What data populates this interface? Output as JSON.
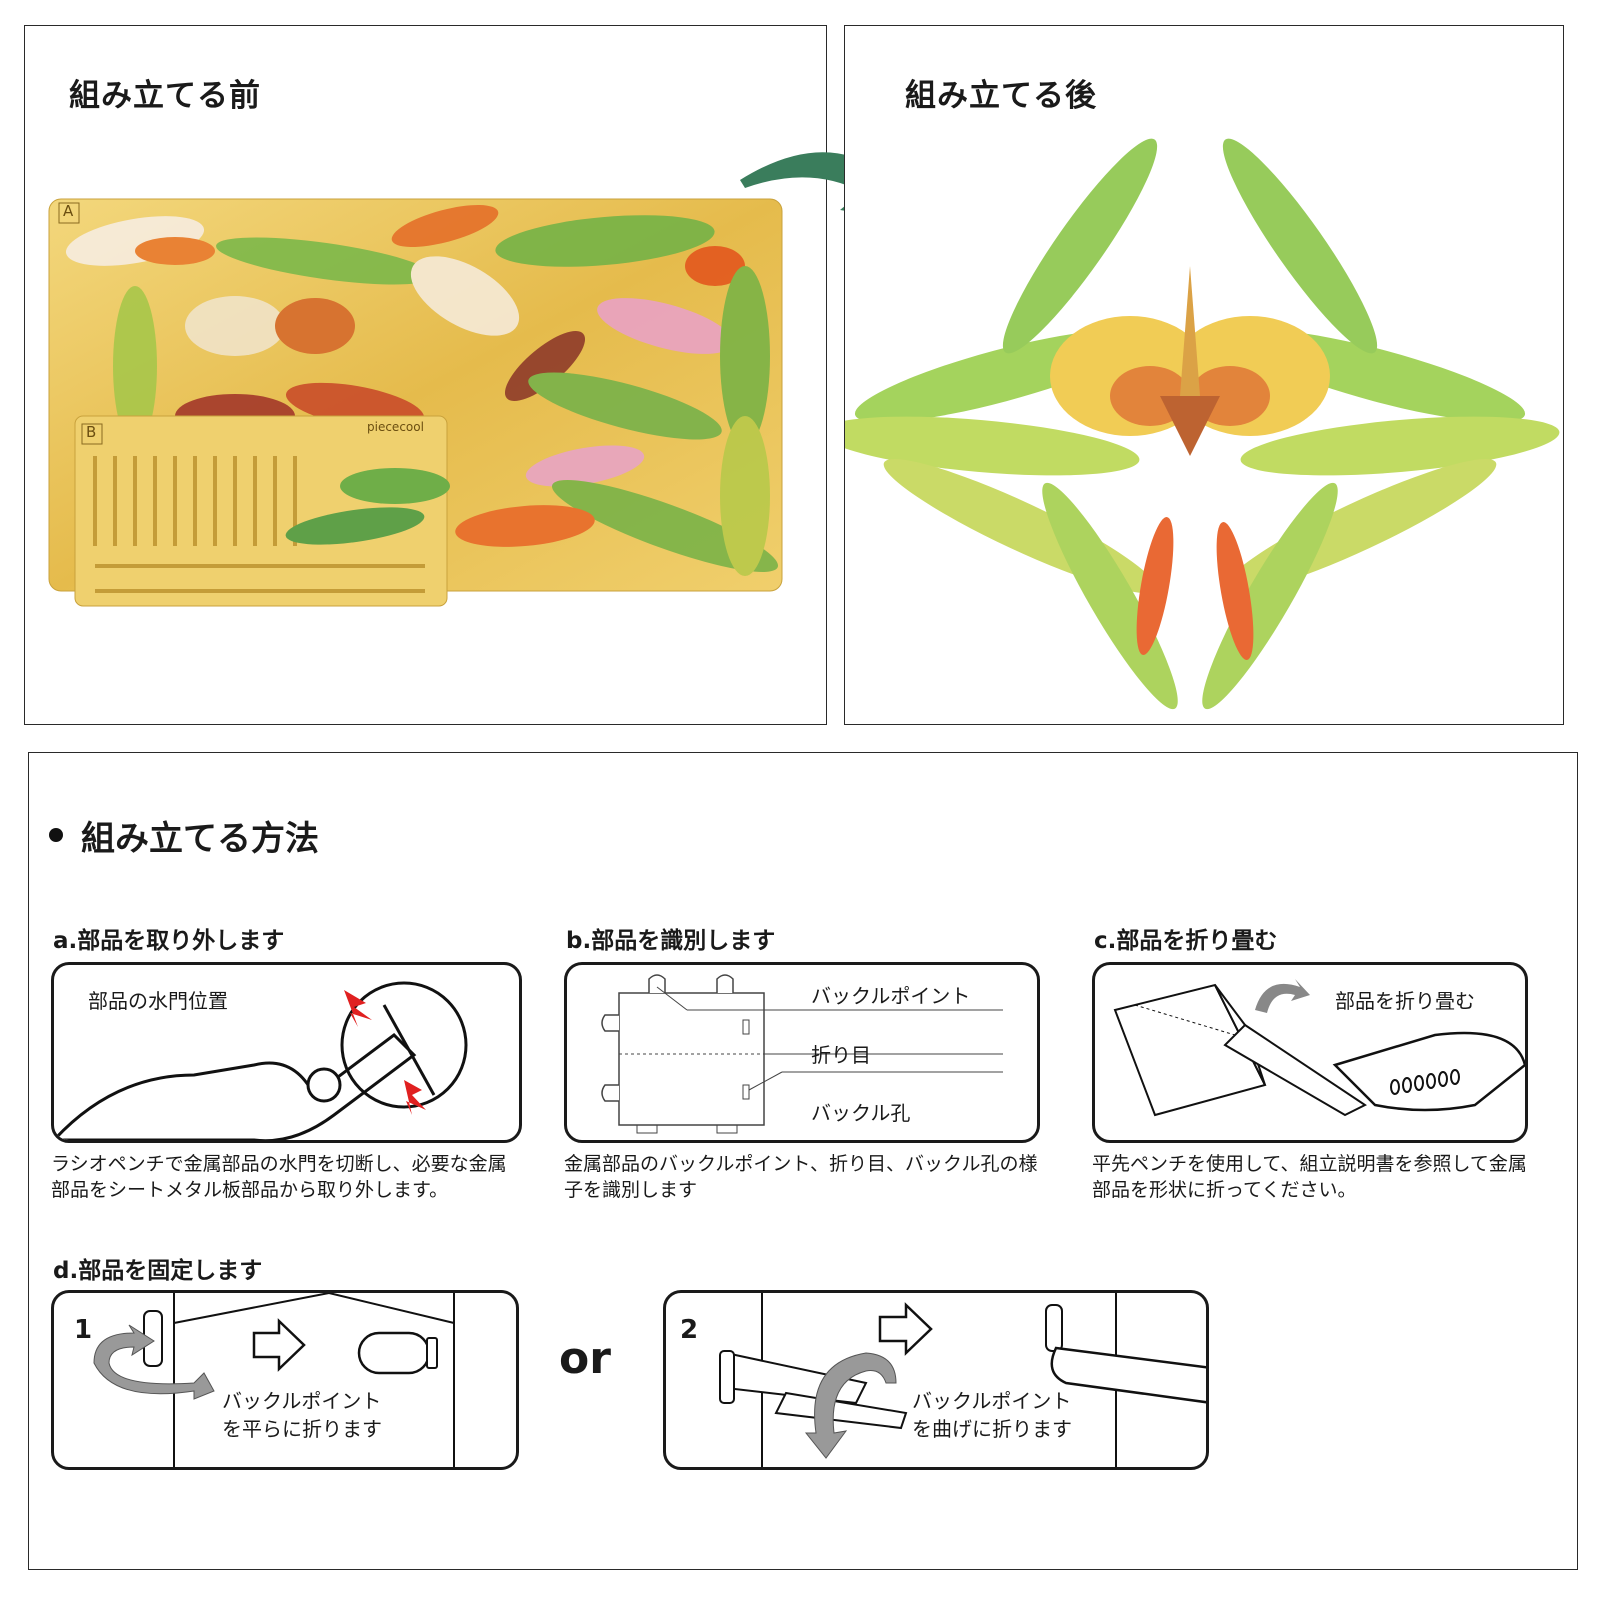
{
  "before": {
    "title": "組み立てる前",
    "sheet_a_label": "A",
    "sheet_b_label": "B",
    "brand": "piececool"
  },
  "after": {
    "title": "組み立てる後"
  },
  "method": {
    "title": "組み立てる方法"
  },
  "steps": {
    "a": {
      "title": "a.部品を取り外します",
      "callout": "部品の水門位置",
      "desc": "ラシオペンチで金属部品の水門を切断し、必要な金属部品をシートメタル板部品から取り外します。"
    },
    "b": {
      "title": "b.部品を識別します",
      "label_point": "バックルポイント",
      "label_fold": "折り目",
      "label_hole": "バックル孔",
      "desc": "金属部品のバックルポイント、折り目、バックル孔の様子を識別します"
    },
    "c": {
      "title": "c.部品を折り畳む",
      "callout": "部品を折り畳む",
      "desc": "平先ペンチを使用して、組立説明書を参照して金属部品を形状に折ってください。"
    },
    "d": {
      "title": "d.部品を固定します",
      "opt1_num": "1",
      "opt1_caption_1": "バックルポイント",
      "opt1_caption_2": "を平らに折ります",
      "or": "or",
      "opt2_num": "2",
      "opt2_caption_1": "バックルポイント",
      "opt2_caption_2": "を曲げに折ります"
    }
  },
  "colors": {
    "gold": "#e8c45a",
    "green": "#3a7d5c",
    "accent_red": "#e02020"
  }
}
